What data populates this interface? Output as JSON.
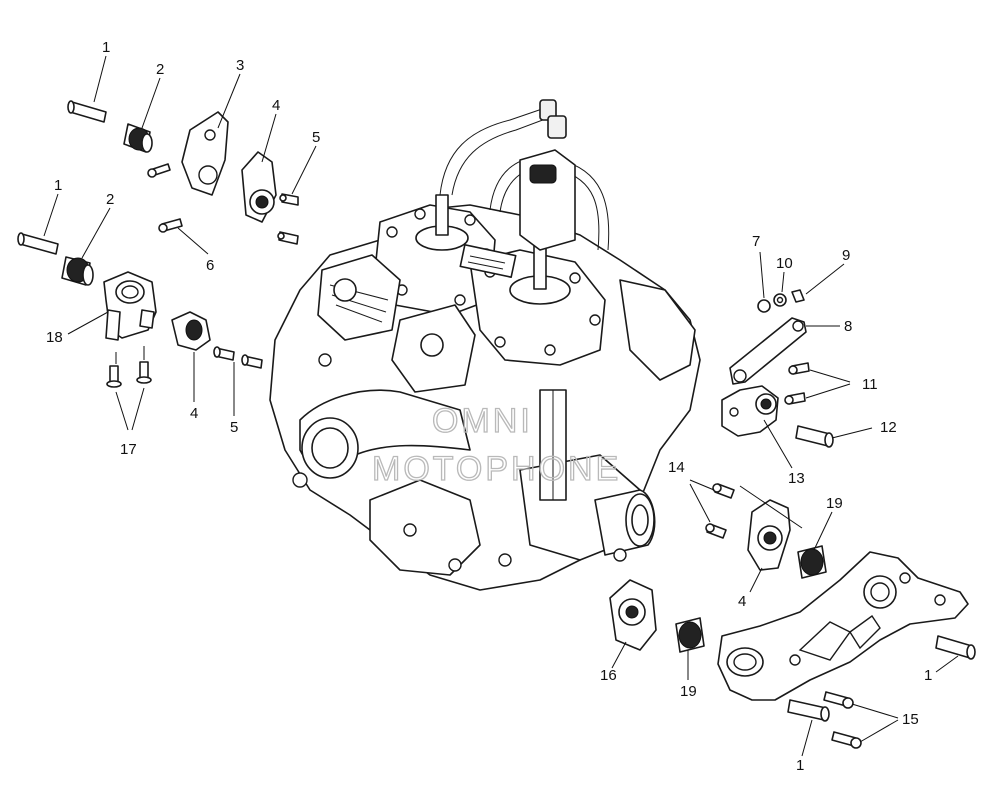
{
  "callouts": [
    {
      "id": "c1a",
      "text": "1"
    },
    {
      "id": "c2a",
      "text": "2"
    },
    {
      "id": "c3",
      "text": "3"
    },
    {
      "id": "c4a",
      "text": "4"
    },
    {
      "id": "c5a",
      "text": "5"
    },
    {
      "id": "c6",
      "text": "6"
    },
    {
      "id": "c1b",
      "text": "1"
    },
    {
      "id": "c2b",
      "text": "2"
    },
    {
      "id": "c18",
      "text": "18"
    },
    {
      "id": "c17",
      "text": "17"
    },
    {
      "id": "c4b",
      "text": "4"
    },
    {
      "id": "c5b",
      "text": "5"
    },
    {
      "id": "c7",
      "text": "7"
    },
    {
      "id": "c10",
      "text": "10"
    },
    {
      "id": "c9",
      "text": "9"
    },
    {
      "id": "c8",
      "text": "8"
    },
    {
      "id": "c11",
      "text": "11"
    },
    {
      "id": "c12",
      "text": "12"
    },
    {
      "id": "c13",
      "text": "13"
    },
    {
      "id": "c14",
      "text": "14"
    },
    {
      "id": "c19a",
      "text": "19"
    },
    {
      "id": "c4c",
      "text": "4"
    },
    {
      "id": "c16",
      "text": "16"
    },
    {
      "id": "c19b",
      "text": "19"
    },
    {
      "id": "c1c",
      "text": "1"
    },
    {
      "id": "c15",
      "text": "15"
    },
    {
      "id": "c1d",
      "text": "1"
    }
  ],
  "watermark": {
    "line1": "OMNI",
    "line2": "MOTOPHONE"
  }
}
